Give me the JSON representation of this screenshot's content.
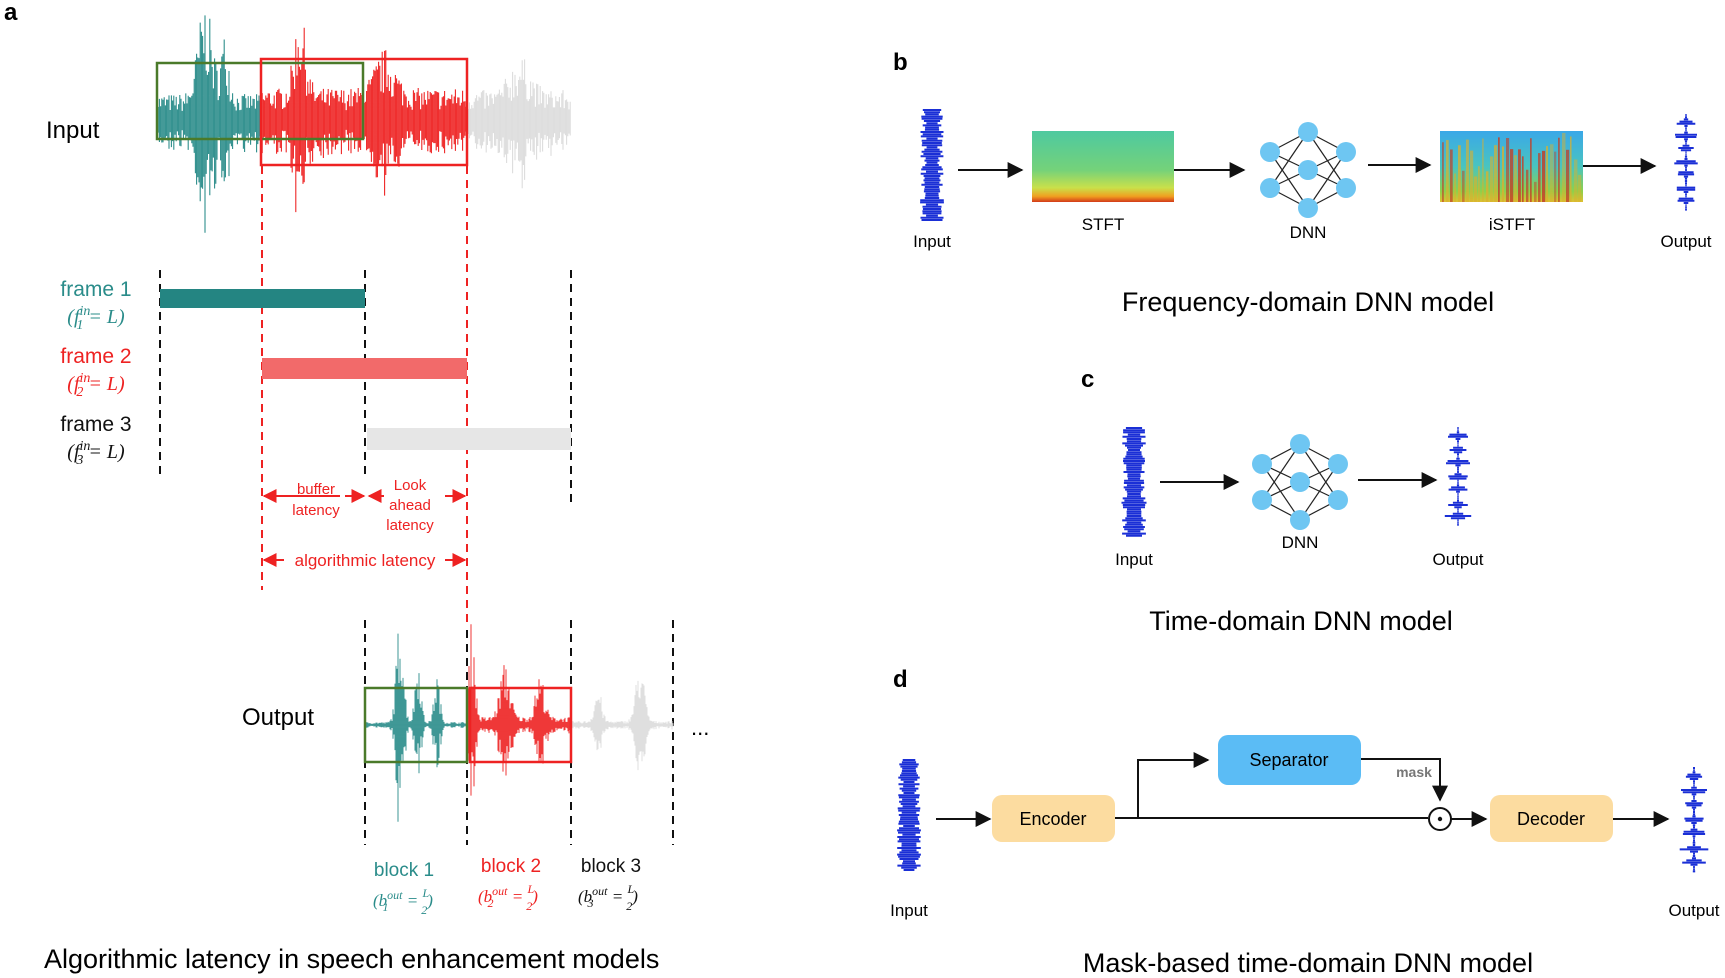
{
  "panel_a": {
    "letter": "a",
    "input_label": "Input",
    "output_label": "Output",
    "frames": [
      {
        "label": "frame 1",
        "formula_prefix": "(f",
        "sub": "1",
        "sup": "in",
        "formula_suffix": " = L)",
        "color": "#2a8c8a"
      },
      {
        "label": "frame 2",
        "formula_prefix": "(f",
        "sub": "2",
        "sup": "in",
        "formula_suffix": " = L)",
        "color": "#ee2222"
      },
      {
        "label": "frame 3",
        "formula_prefix": "(f",
        "sub": "3",
        "sup": "in",
        "formula_suffix": " = L)",
        "color": "#111111"
      }
    ],
    "latency": {
      "buffer_line1": "buffer",
      "buffer_line2": "latency",
      "look_line1": "Look",
      "look_line2": "ahead",
      "look_line3": "latency",
      "algorithmic": "algorithmic latency"
    },
    "blocks": [
      {
        "label": "block 1",
        "formula_prefix": "(b",
        "sub": "1",
        "sup": "out",
        "eq": " = ",
        "num": "L",
        "den": "2",
        "close": ")",
        "color": "#2a8c8a"
      },
      {
        "label": "block 2",
        "formula_prefix": "(b",
        "sub": "2",
        "sup": "out",
        "eq": " = ",
        "num": "L",
        "den": "2",
        "close": ")",
        "color": "#ee2222"
      },
      {
        "label": "block 3",
        "formula_prefix": "(b",
        "sub": "3",
        "sup": "out",
        "eq": " = ",
        "num": "L",
        "den": "2",
        "close": ")",
        "color": "#111111"
      }
    ],
    "ellipsis": "...",
    "caption": "Algorithmic latency in speech enhancement models"
  },
  "panel_b": {
    "letter": "b",
    "input": "Input",
    "stft": "STFT",
    "dnn": "DNN",
    "istft": "iSTFT",
    "output": "Output",
    "caption": "Frequency-domain DNN model"
  },
  "panel_c": {
    "letter": "c",
    "input": "Input",
    "dnn": "DNN",
    "output": "Output",
    "caption": "Time-domain DNN model"
  },
  "panel_d": {
    "letter": "d",
    "input": "Input",
    "encoder": "Encoder",
    "separator": "Separator",
    "mask": "mask",
    "decoder": "Decoder",
    "output": "Output",
    "caption": "Mask-based time-domain DNN model"
  },
  "colors": {
    "teal": "#2a8c8a",
    "red": "#ee2222",
    "gray": "#dddddd",
    "green_box": "#4a7a2a",
    "node_blue": "#6ec6f2",
    "separator_blue": "#5bbcf5",
    "enc_dec_yellow": "#fcdca0",
    "wave_blue": "#1a2fd6"
  }
}
